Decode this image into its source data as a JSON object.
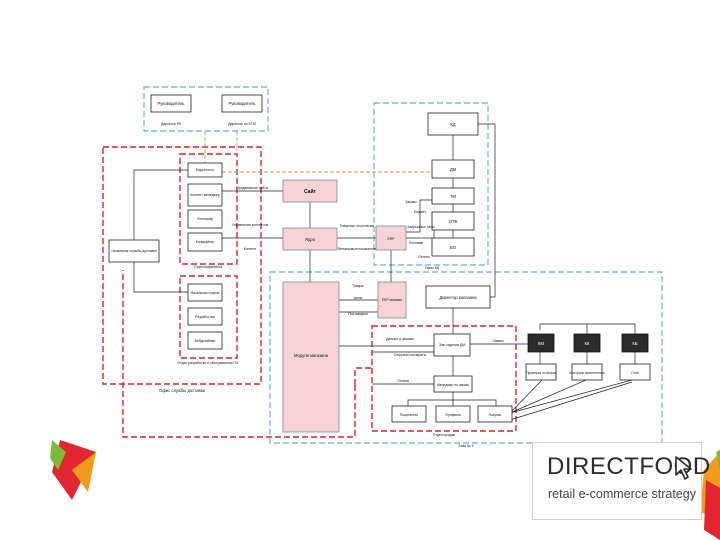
{
  "colors": {
    "red": "#d8262c",
    "blue": "#3a9ad9",
    "orange": "#f08a4b",
    "pink": "#f6d3d6",
    "leaf_red": "#e2262f",
    "leaf_orange": "#f39a1e",
    "leaf_green": "#7dbb3b"
  },
  "boxes": {
    "ruk1": "Руководитель",
    "ruk2": "Руководитель",
    "marketolog": "Маркетолог",
    "kontent": "Контент менеджер",
    "fotograf": "Фотограф",
    "copywriter": "Копирайтер",
    "nachalnik_sd": "Начальник службы доставки",
    "nachalnik_otdela": "Начальник отдела",
    "razrabotchik": "Разработчик",
    "webdesigner": "Вебдизайнер",
    "sait": "Сайт",
    "yadro": "Ядро",
    "erp1": "ERP",
    "modul": "Модули магазина",
    "erp2": "ERP магазин",
    "direktor": "Директор магазина",
    "start_dm": "Зав отделом ДМ",
    "kd": "КД",
    "dm": "ДМ",
    "tm": "ТМ",
    "otb": "ОТБ",
    "bo": "БО",
    "km": "КМ",
    "kk": "КК",
    "ks": "КБ",
    "menedzher_zakaza": "Менеджер по заказу",
    "pokupatel": "Покупатели",
    "fulfillment": "Фулфилм",
    "pokupki": "Покупки",
    "sub1": "Проверка остатков",
    "sub2": "Контроль выполнения",
    "sub3": "Стоп"
  },
  "captions": {
    "ruk1_cap": "Директор РК",
    "ruk2_cap": "Директор по ЕТМ",
    "otdel_marketinga": "Отдел маркетинга",
    "otdel_razrabotki": "Отдел разработки и обслуживания ПО",
    "ofis_sd": "Офис службы доставки",
    "ofis_kd": "Офис КД",
    "otdel_prodazh": "Отдел продаж",
    "baza": "База № 4"
  },
  "edge_labels": {
    "e1": "Продвижение сайта",
    "e2": "Управление контентом",
    "e3": "Контент",
    "e4": "Товарные отклонения",
    "e5": "Финансовые показатели",
    "e6": "Заказы",
    "e7": "Бюджет",
    "e8": "Закупочные цены",
    "e9": "Поставки",
    "e10": "Отчеты",
    "e11": "Товары",
    "e12": "Цены",
    "e13": "Поставщики",
    "e14": "Данные о заказах",
    "e15": "Отгрузки и возвраты",
    "e16": "Оплата",
    "e17": "Заявки"
  },
  "logo": {
    "name": "DIRECTFOOD",
    "tagline": "retail e-commerce strategy"
  }
}
